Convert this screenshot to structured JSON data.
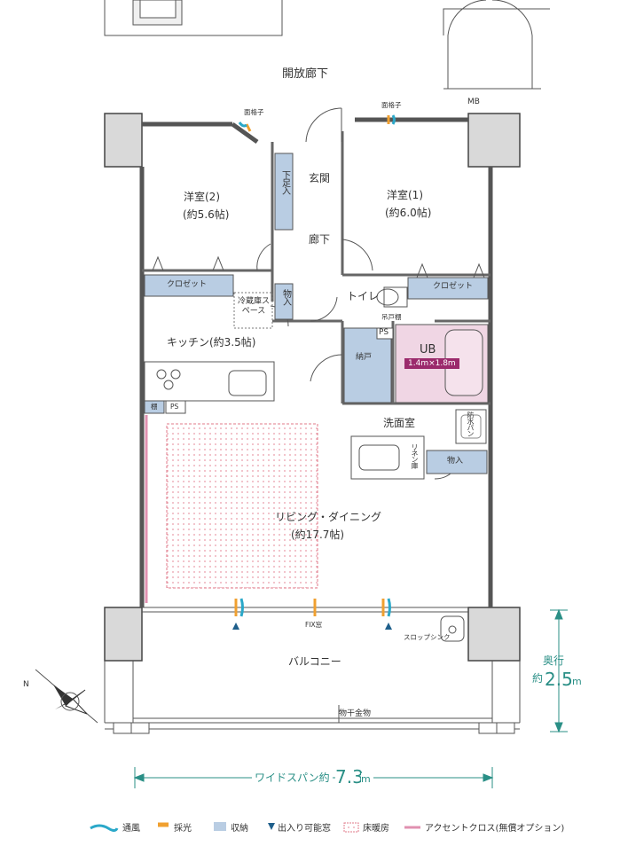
{
  "corridor": {
    "label": "開放廊下",
    "mb": "MB"
  },
  "rooms": {
    "western2": {
      "name": "洋室(2)",
      "size": "(約5.6帖)"
    },
    "western1": {
      "name": "洋室(1)",
      "size": "(約6.0帖)"
    },
    "entrance": "玄関",
    "shoe_storage": "下足入",
    "hallway": "廊下",
    "closet_left": "クロゼット",
    "closet_right": "クロゼット",
    "fridge_space": "冷蔵庫スペース",
    "storage_hall": "物入",
    "toilet": "トイレ",
    "hanging_shelf": "吊戸棚",
    "ps_top": "PS",
    "pantry": "納戸",
    "ub": "UB",
    "ub_size": "1.4m×1.8m",
    "kitchen": "キッチン(約3.5帖)",
    "shelf": "棚",
    "ps_kitchen": "PS",
    "washroom": "洗面室",
    "waterproof_pan": "防水パン",
    "linen": "リネン庫",
    "storage_wash": "物入",
    "living": {
      "name": "リビング・ダイニング",
      "size": "(約17.7帖)"
    },
    "fix_window": "FIX窓",
    "slop_sink": "スロップシンク",
    "balcony": "バルコニー",
    "clothes_hanger": "物干金物",
    "lattice_left": "面格子",
    "lattice_right": "面格子"
  },
  "dimensions": {
    "depth_label": "奥行",
    "depth_prefix": "約",
    "depth_value": "2.5",
    "depth_unit": "m",
    "width_label": "ワイドスパン約",
    "width_value": "7.3",
    "width_unit": "m"
  },
  "legend": [
    {
      "label": "通風",
      "color": "#2aa8c9"
    },
    {
      "label": "採光",
      "color": "#f0a030"
    },
    {
      "label": "収納",
      "color": "#b9cde3"
    },
    {
      "label": "出入り可能窓",
      "color": "#1f5f8b"
    },
    {
      "label": "床暖房",
      "color": "#e07a8a"
    },
    {
      "label": "アクセントクロス(無償オプション)",
      "color": "#e090b0"
    }
  ],
  "compass": {
    "north": "N"
  }
}
